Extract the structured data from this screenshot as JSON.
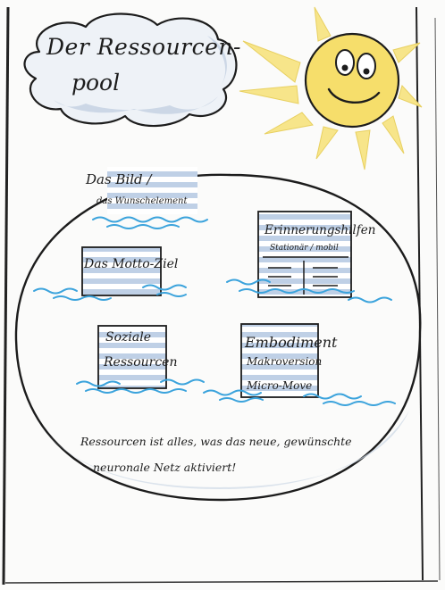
{
  "title": {
    "line1": "Der Ressourcen-",
    "line2": "pool"
  },
  "cards": {
    "bild": {
      "line1": "Das Bild /",
      "line2": "das Wunschelement"
    },
    "motto": {
      "label": "Das Motto-Ziel"
    },
    "sozial": {
      "line1": "Soziale",
      "line2": "Ressourcen"
    },
    "erinnerung": {
      "line1": "Erinnerungshilfen",
      "line2": "Stationär / mobil"
    },
    "embodiment": {
      "line1": "Embodiment",
      "line2": "Makroversion",
      "line3": "Micro-Move"
    }
  },
  "note": {
    "line1": "Ressourcen ist alles, was das neue, gewünschte",
    "line2": "neuronale Netz aktiviert!"
  },
  "colors": {
    "water": "#3ba3dc",
    "card_stripe": "#bfd0e6",
    "sun": "#f5dc62",
    "cloud_shade": "#c8d4e3"
  },
  "icons": {
    "sun": "smiling-sun-icon",
    "cloud": "title-cloud-icon"
  }
}
